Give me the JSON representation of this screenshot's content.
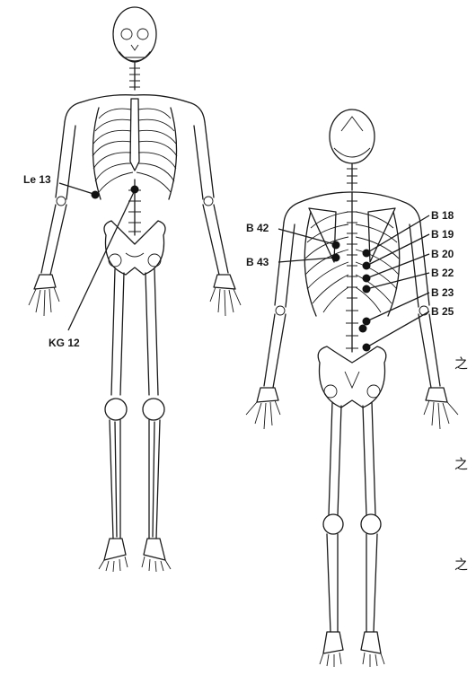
{
  "front_labels": {
    "le13": "Le 13",
    "kg12": "KG 12"
  },
  "back_labels": {
    "b18": "B 18",
    "b19": "B 19",
    "b20": "B 20",
    "b22": "B 22",
    "b23": "B 23",
    "b25": "B 25",
    "b42": "B 42",
    "b43": "B 43"
  },
  "side_glyphs": [
    "之",
    "之",
    "之"
  ],
  "colors": {
    "ink": "#1a1a1a",
    "point": "#111111",
    "background": "#ffffff"
  }
}
